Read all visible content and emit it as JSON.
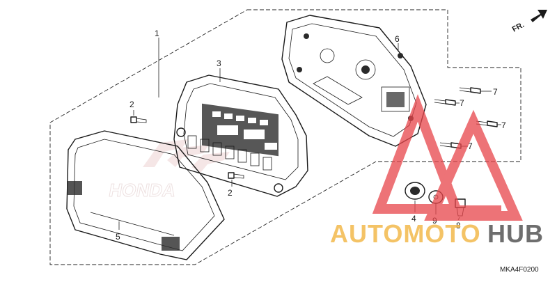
{
  "parts": [
    {
      "id": "1",
      "label": "1"
    },
    {
      "id": "2a",
      "label": "2"
    },
    {
      "id": "2b",
      "label": "2"
    },
    {
      "id": "3",
      "label": "3"
    },
    {
      "id": "4",
      "label": "4"
    },
    {
      "id": "5",
      "label": "5"
    },
    {
      "id": "6",
      "label": "6"
    },
    {
      "id": "7a",
      "label": "7"
    },
    {
      "id": "7b",
      "label": "7"
    },
    {
      "id": "7c",
      "label": "7"
    },
    {
      "id": "7d",
      "label": "7"
    },
    {
      "id": "8",
      "label": "8"
    },
    {
      "id": "9",
      "label": "9"
    }
  ],
  "direction_arrow": {
    "label": "FR."
  },
  "diagram_code": "MKA4F0200",
  "watermark": {
    "brand_part1": "AUTOMOTO",
    "brand_part2": "HUB",
    "brand_name": "AUTOMOTOHUB",
    "ghost_logo_text": "HONDA",
    "color_accent": "#e8454a",
    "color_gold": "#f2b84b",
    "color_gray": "#555555"
  }
}
